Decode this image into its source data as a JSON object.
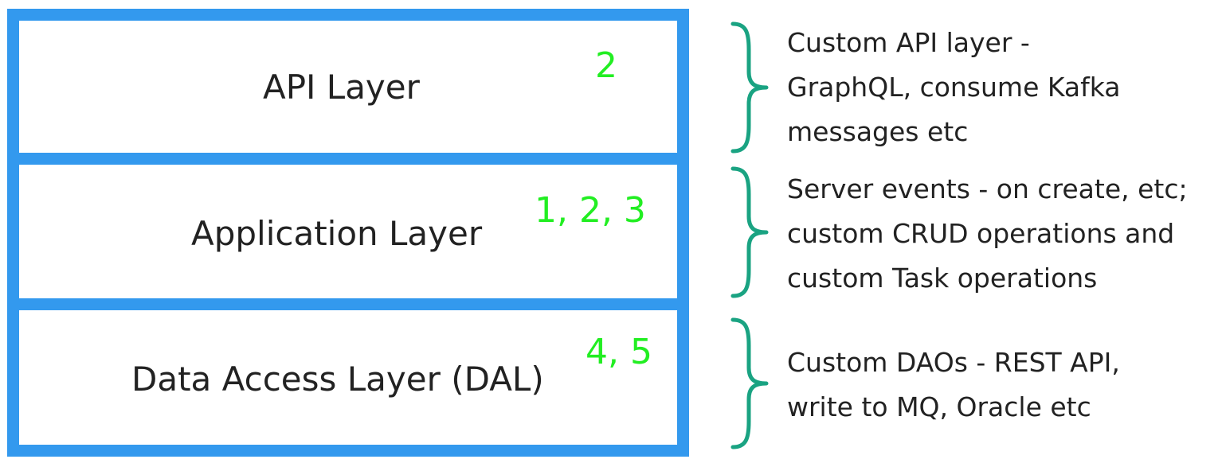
{
  "layers": [
    {
      "title": "API Layer",
      "numbers": "2"
    },
    {
      "title": "Application Layer",
      "numbers": "1, 2, 3"
    },
    {
      "title": "Data Access Layer (DAL)",
      "numbers": "4, 5"
    }
  ],
  "notes": [
    [
      "Custom API layer -",
      "GraphQL, consume Kafka",
      "messages etc"
    ],
    [
      "Server events - on create, etc;",
      "custom CRUD operations and",
      "custom Task operations"
    ],
    [
      "Custom DAOs - REST API,",
      "write to MQ, Oracle etc"
    ]
  ],
  "colors": {
    "layer_border": "#3399ee",
    "number_text": "#22ee22",
    "brace": "#1aa382"
  }
}
